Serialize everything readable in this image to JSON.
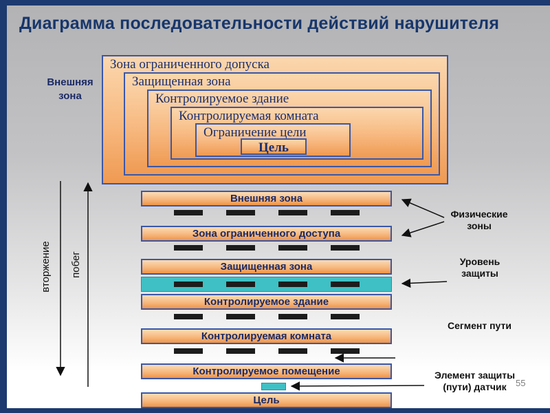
{
  "slide": {
    "title": "Диаграмма последовательности действий нарушителя",
    "page_number": "55"
  },
  "nested_zones": {
    "outer_label": "Внешняя зона",
    "levels": [
      "Зона ограниченного допуска",
      "Защищенная зона",
      "Контролируемое здание",
      "Контролируемая комната",
      "Ограничение цели",
      "Цель"
    ]
  },
  "sequence_bars": [
    "Внешняя зона",
    "Зона ограниченного доступа",
    "Защищенная зона",
    "Контролируемое здание",
    "Контролируемая комната",
    "Контролируемое помещение",
    "Цель"
  ],
  "flow_labels": {
    "intrusion": "вторжение",
    "escape": "побег"
  },
  "annotations": {
    "physical_zones": "Физические зоны",
    "protection_level": "Уровень защиты",
    "path_segment": "Сегмент пути",
    "protection_element": "Элемент защиты (пути) датчик"
  },
  "colors": {
    "frame": "#1c3a6f",
    "title_text": "#17366b",
    "box_border": "#3a57a8",
    "box_fill_light": "#fbd7ae",
    "box_fill_dark": "#ef9a52",
    "teal": "#3fc0c4",
    "dash": "#1c1c1c",
    "background_gray": "#b2b2b4"
  }
}
